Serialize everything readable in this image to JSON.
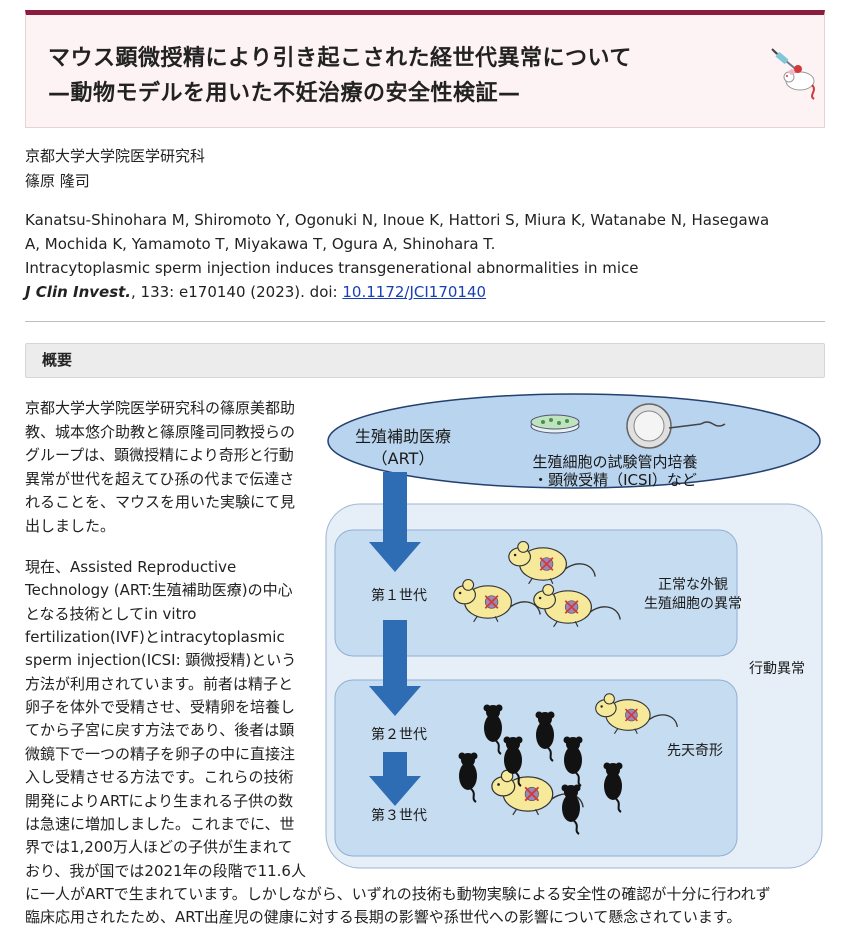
{
  "header": {
    "title_line1": "マウス顕微授精により引き起こされた経世代異常について",
    "title_line2": "—動物モデルを用いた不妊治療の安全性検証—",
    "icon": "mouse-syringe-icon"
  },
  "author": {
    "affiliation": "京都大学大学院医学研究科",
    "name": "篠原 隆司"
  },
  "citation": {
    "authors_line1": "Kanatsu-Shinohara M, Shiromoto Y, Ogonuki N, Inoue K, Hattori S, Miura K, Watanabe N, Hasegawa",
    "authors_line2": "A, Mochida K, Yamamoto T, Miyakawa T, Ogura A, Shinohara T.",
    "article_title": "Intracytoplasmic sperm injection induces transgenerational abnormalities in mice",
    "journal": "J Clin Invest.",
    "details": ", 133: e170140 (2023). doi: ",
    "doi": "10.1172/JCI170140"
  },
  "section": {
    "heading": "概要"
  },
  "paragraph1": [
    "京都大学大学院医学研究科の篠原美都助",
    "教、城本悠介助教と篠原隆司同教授らの",
    "グループは、顕微授精により奇形と行動",
    "異常が世代を超えてひ孫の代まで伝達さ",
    "れることを、マウスを用いた実験にて見",
    "出しました。"
  ],
  "paragraph2": [
    "現在、Assisted Reproductive",
    "Technology (ART:生殖補助医療)の中心",
    "となる技術としてin vitro",
    "fertilization(IVF)とintracytoplasmic",
    "sperm injection(ICSI: 顕微授精)という",
    "方法が利用されています。前者は精子と",
    "卵子を体外で受精させ、受精卵を培養し",
    "てから子宮に戻す方法であり、後者は顕",
    "微鏡下で一つの精子を卵子の中に直接注",
    "入し受精させる方法です。これらの技術",
    "開発によりARTにより生まれる子供の数",
    "は急速に増加しました。これまでに、世",
    "界では1,200万人ほどの子供が生まれて",
    "おり、我が国では2021年の段階で11.6人",
    "に一人がARTで生まれています。しかしながら、いずれの技術も動物実験による安全性の確認が十分に行われず",
    "臨床応用されたため、ART出産児の健康に対する長期の影響や孫世代への影響について懸念されています。"
  ],
  "figure": {
    "art_label_line1": "生殖補助医療",
    "art_label_line2": "（ART）",
    "culture_line1": "生殖細胞の試験管内培養",
    "culture_line2": "・顕微受精（ICSI）など",
    "gen1_label": "第１世代",
    "gen2_label": "第２世代",
    "gen3_label": "第３世代",
    "gen1_note_line1": "正常な外観",
    "gen1_note_line2": "生殖細胞の異常",
    "behavior_label": "行動異常",
    "malformation_label": "先天奇形",
    "colors": {
      "ellipse_fill": "#b8d4ee",
      "ellipse_stroke": "#23406e",
      "outer_panel": "#e6eef8",
      "inner_panel": "#c6dcf0",
      "arrow": "#2e6db4",
      "mouse_fill": "#f6ea9a",
      "black_mouse": "#121212",
      "cross": "#d23a3a"
    }
  }
}
